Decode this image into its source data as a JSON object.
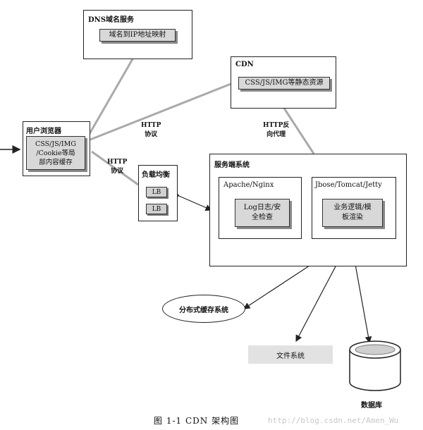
{
  "dns": {
    "title": "DNS域名服务",
    "mapping": "域名到IP地址映射"
  },
  "cdn": {
    "title": "CDN",
    "static": "CSS/JS/IMG等静态资源"
  },
  "browser": {
    "title": "用户浏览器",
    "cache": "CSS/JS/IMG\n/Cookie等局\n部内容缓存"
  },
  "http_labels": {
    "browser_cdn": "HTTP\n协议",
    "browser_lb": "HTTP\n协议",
    "cdn_proxy": "HTTP反\n向代理"
  },
  "lb": {
    "title": "负载均衡",
    "item1": "LB",
    "item2": "LB"
  },
  "server": {
    "title": "服务端系统",
    "apache_title": "Apache/Nginx",
    "apache_box": "Log日志/安\n全检查",
    "jboss_title": "Jbose/Tomcat/Jetty",
    "jboss_box": "业务逻辑/模\n板渲染"
  },
  "cache_system": "分布式缓存系统",
  "file_system": "文件系统",
  "database": "数据库",
  "caption": "图 1-1   CDN 架构图",
  "watermark": "http://blog.csdn.net/Amen_Wu"
}
